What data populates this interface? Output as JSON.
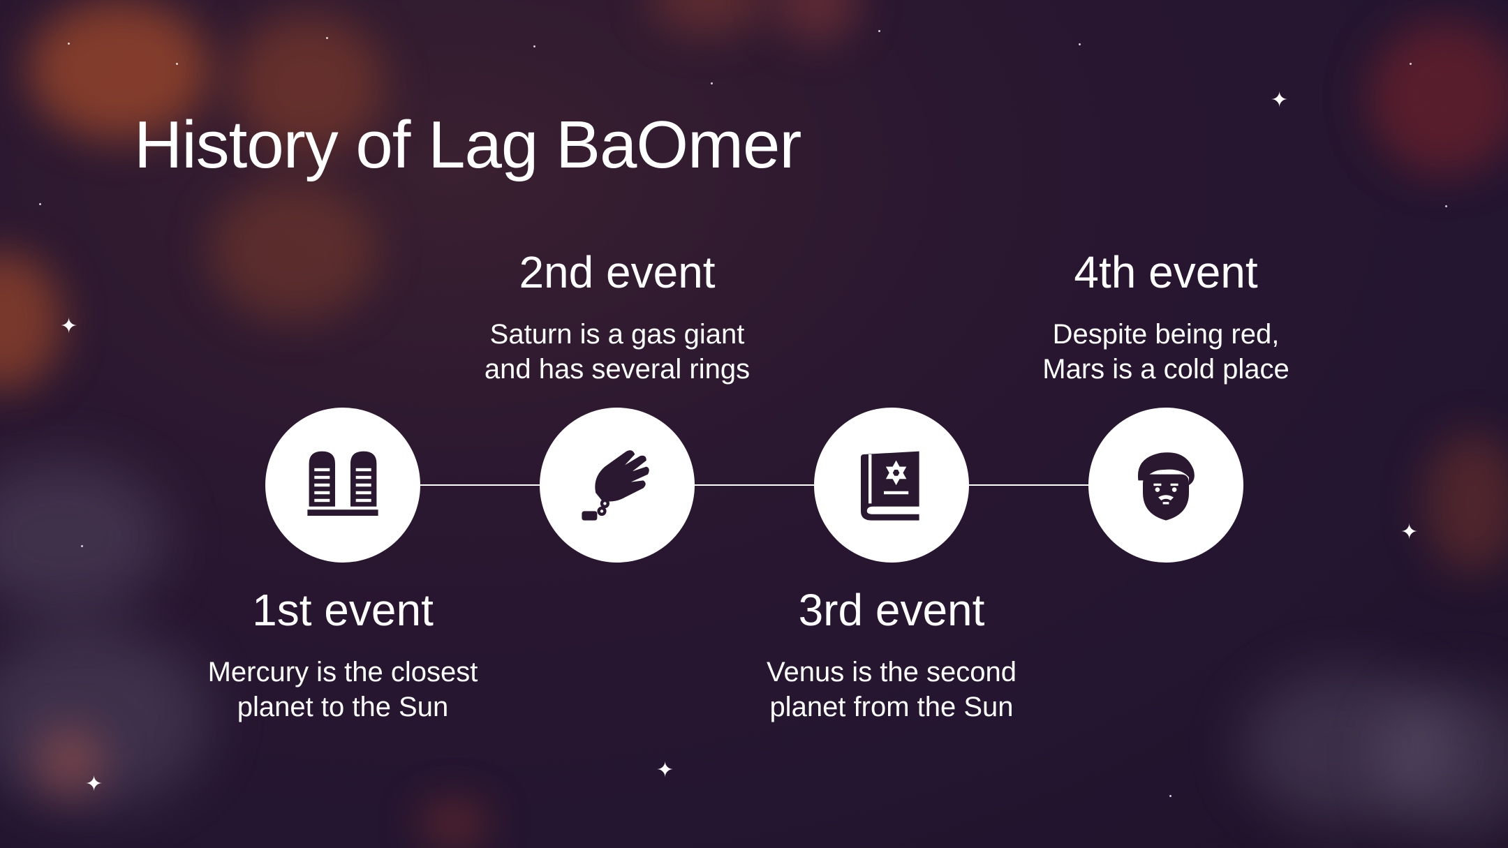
{
  "slide": {
    "title": "History of Lag BaOmer"
  },
  "events": [
    {
      "title": "1st event",
      "text": "Mercury is the closest planet to the Sun",
      "icon": "tablets-icon"
    },
    {
      "title": "2nd event",
      "text": "Saturn is a gas giant and has several rings",
      "icon": "prayer-hand-icon"
    },
    {
      "title": "3rd event",
      "text": "Venus is the second planet from the Sun",
      "icon": "holy-book-icon"
    },
    {
      "title": "4th event",
      "text": "Despite being red, Mars is a cold place",
      "icon": "rabbi-icon"
    }
  ],
  "colors": {
    "background": "#241530",
    "accent": "#ffffff",
    "icon": "#2a1730"
  }
}
